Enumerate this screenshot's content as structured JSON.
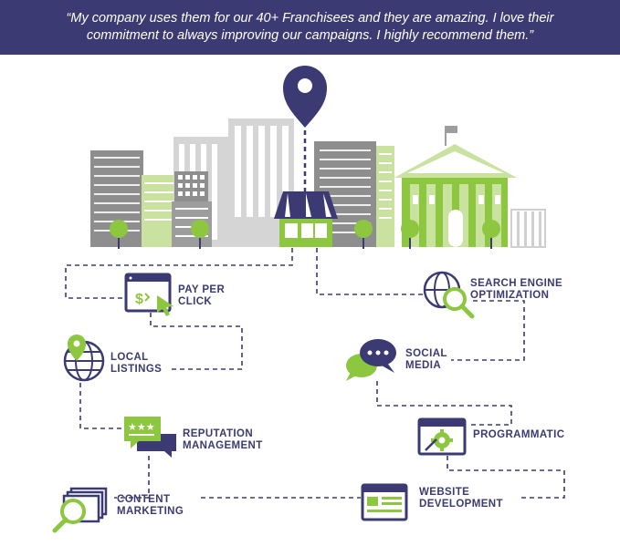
{
  "testimonial": {
    "line1": "“My company uses them for our 40+ Franchisees and they are amazing. I love their",
    "line2": "commitment to always improving our campaigns. I highly recommend them.”"
  },
  "services": {
    "pay_per_click": [
      "PAY PER",
      "CLICK"
    ],
    "local_listings": [
      "LOCAL",
      "LISTINGS"
    ],
    "reputation_management": [
      "REPUTATION",
      "MANAGEMENT"
    ],
    "content_marketing": [
      "CONTENT",
      "MARKETING"
    ],
    "search_engine_optimization": [
      "SEARCH ENGINE",
      "OPTIMIZATION"
    ],
    "social_media": [
      "SOCIAL",
      "MEDIA"
    ],
    "programmatic": [
      "PROGRAMMATIC"
    ],
    "website_development": [
      "WEBSITE",
      "DEVELOPMENT"
    ]
  },
  "icons": {
    "ppc": "ppc-browser-icon",
    "local": "globe-pin-icon",
    "reputation": "review-stars-chat-icon",
    "content": "documents-magnifier-icon",
    "seo": "globe-magnifier-icon",
    "social": "chat-bubbles-icon",
    "programmatic": "browser-gear-icon",
    "web": "browser-layout-icon",
    "map_pin": "map-pin-icon"
  },
  "colors": {
    "navy": "#3b3a72",
    "green": "#8dc63f",
    "light_green": "#c9e2a0",
    "gray": "#9d9d9d",
    "light_gray": "#d5d5d5"
  }
}
